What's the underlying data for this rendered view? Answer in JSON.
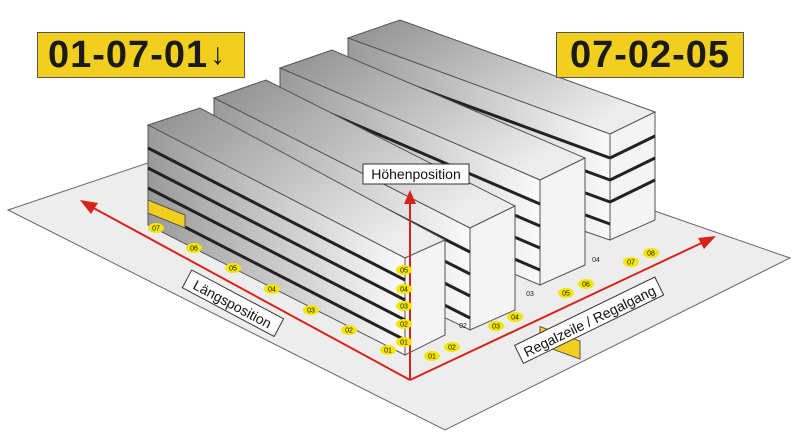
{
  "location_codes": {
    "left": "01-07-01",
    "left_marker_icon": "arrow-down-icon",
    "right": "07-02-05"
  },
  "axes": {
    "height_label": "Höhenposition",
    "length_label": "Längsposition",
    "aisle_label": "Regalzeile / Regalgang"
  },
  "length_ticks": [
    "07",
    "06",
    "05",
    "04",
    "03",
    "02",
    "01"
  ],
  "aisle_ticks": [
    "01",
    "02",
    "03",
    "04",
    "05",
    "06",
    "07",
    "08"
  ],
  "height_ticks": [
    "05",
    "04",
    "03",
    "02",
    "01"
  ],
  "row_labels": [
    "02",
    "03",
    "04"
  ],
  "colors": {
    "highlight": "#f2cf1f",
    "axis": "#d8231b",
    "floor": "#ededed",
    "tick_bubble": "#f3e600"
  }
}
